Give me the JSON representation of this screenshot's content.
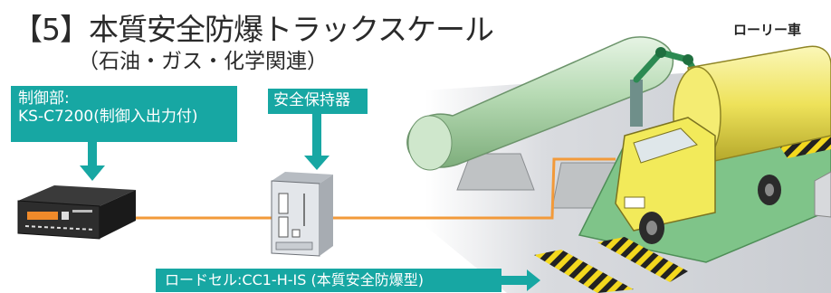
{
  "title": "【5】本質安全防爆トラックスケール",
  "subtitle": "（石油・ガス・化学関連）",
  "labels": {
    "controller_line1": "制御部:",
    "controller_line2": "KS-C7200(制御入出力付)",
    "safety_holder": "安全保持器",
    "load_cell": "ロードセル:CC1-H-IS (本質安全防爆型)",
    "tanker": "ローリー車"
  },
  "colors": {
    "label_bg": "#17a7a3",
    "arrow": "#17a7a3",
    "cable": "#f29a3a",
    "tank": "#b9dcb8",
    "truck": "#f2ea5a",
    "platform": "#7fc489"
  }
}
